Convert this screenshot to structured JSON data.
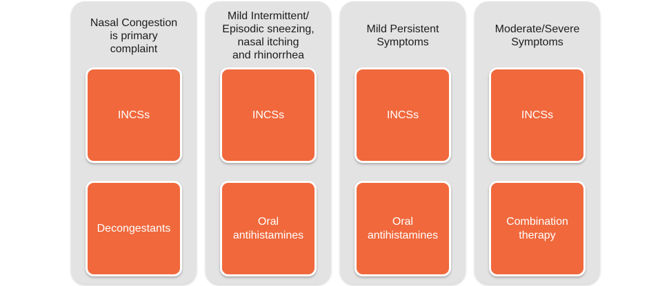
{
  "colors": {
    "panel_bg": "#E3E3E4",
    "box_bg": "#F0683C",
    "box_text": "#FFFFFF",
    "header_text": "#1C1C1C"
  },
  "columns": [
    {
      "header": "Nasal Congestion\nis primary\ncomplaint",
      "boxes": [
        "INCSs",
        "Decongestants"
      ]
    },
    {
      "header": "Mild Intermittent/\nEpisodic sneezing,\nnasal itching\nand rhinorrhea",
      "boxes": [
        "INCSs",
        "Oral\nantihistamines"
      ]
    },
    {
      "header": "Mild Persistent\nSymptoms",
      "boxes": [
        "INCSs",
        "Oral\nantihistamines"
      ]
    },
    {
      "header": "Moderate/Severe\nSymptoms",
      "boxes": [
        "INCSs",
        "Combination\ntherapy"
      ]
    }
  ]
}
